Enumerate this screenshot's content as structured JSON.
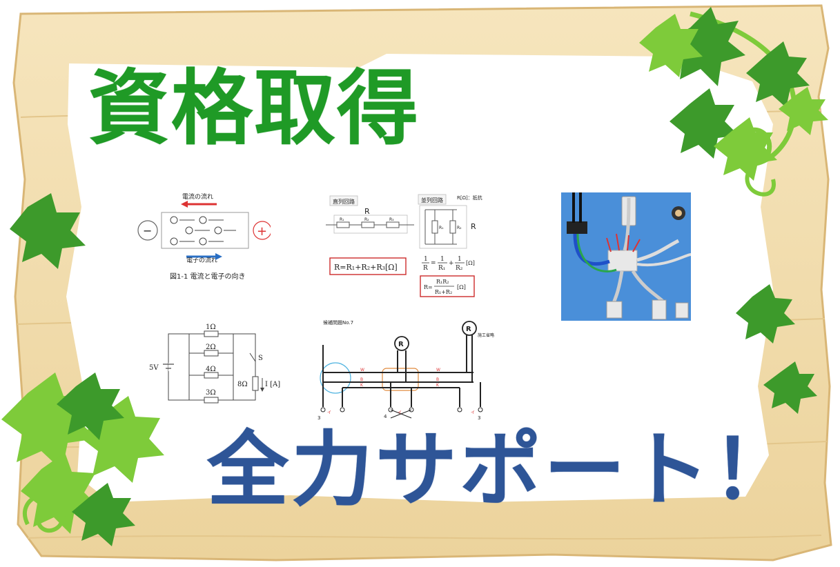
{
  "headline": "資格取得",
  "slogan": "全力サポート！",
  "colors": {
    "headline": "#1f9a26",
    "slogan": "#2e5597",
    "board": "#f3e1b4",
    "board_edge": "#e0c285",
    "leaf_light": "#7ecb3a",
    "leaf_dark": "#3d9a2b",
    "highlight_red": "#cc2a2a"
  },
  "fig_current": {
    "top_label": "電流の流れ",
    "bottom_label": "電子の流れ",
    "caption": "図1-1 電流と電子の向き",
    "minus": "−",
    "plus": "+",
    "electron": "⊖"
  },
  "fig_resistance": {
    "series_tag": "直列回路",
    "parallel_tag": "並列回路",
    "legend": "R[Ω]：抵抗",
    "r": "R",
    "r1": "R₁",
    "r2": "R₂",
    "r3": "R₃",
    "series_formula": "R=R₁+R₂+R₃[Ω]",
    "parallel_one": "1",
    "parallel_r": "R",
    "parallel_r1": "R₁",
    "parallel_r2": "R₂",
    "parallel_unit": "[Ω]",
    "parallel_eq": "=",
    "parallel_plus": "+",
    "combined_prefix": "R=",
    "combined_num": "R₁R₂",
    "combined_den": "R₁+R₂",
    "combined_unit": "[Ω]"
  },
  "fig_circuit": {
    "r1": "1Ω",
    "r2": "2Ω",
    "r3": "4Ω",
    "r4": "3Ω",
    "voltage": "5V",
    "switch": "S",
    "load": "8Ω",
    "current": "I [A]"
  },
  "fig_wiring": {
    "title": "候補問題No.7",
    "lamp": "R",
    "note": "施工省略",
    "switch_a": "3",
    "switch_b": "4",
    "switch_c": "3",
    "mark_i": "イ",
    "w": "W",
    "b": "B",
    "k": "K"
  },
  "photo": {
    "icon": "wiring-photo"
  }
}
